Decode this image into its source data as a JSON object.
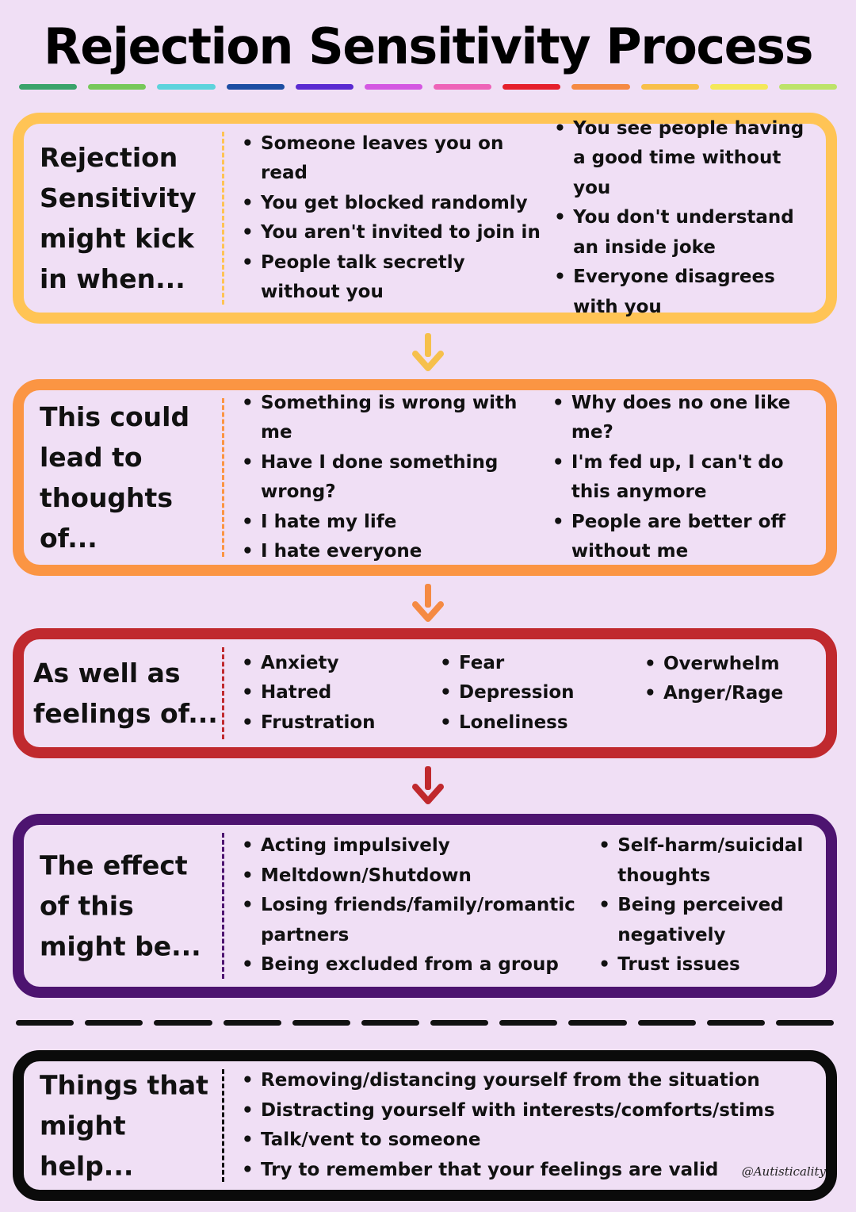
{
  "title": "Rejection Sensitivity Process",
  "dash_colors": [
    "#3aa36b",
    "#77c85a",
    "#5dd3dc",
    "#1d4ea3",
    "#5a2ad1",
    "#d457e2",
    "#ee63b8",
    "#e5202c",
    "#f58a43",
    "#f8c04a",
    "#f4e85a",
    "#bde36a"
  ],
  "sections": [
    {
      "label": "Rejection Sensitivity might kick in when...",
      "color": "#ffc455",
      "col1": [
        "Someone leaves you on read",
        "You get blocked randomly",
        "You aren't invited to join in",
        "People talk secretly without you"
      ],
      "col2": [
        "You see people having a good time without you",
        "You don't understand an inside joke",
        "Everyone disagrees with you"
      ]
    },
    {
      "label": "This could lead to thoughts of...",
      "color": "#fb9543",
      "col1": [
        "Something is wrong with me",
        "Have I done something wrong?",
        "I hate my life",
        "I hate everyone"
      ],
      "col2": [
        "Why does no one like me?",
        "I'm fed up, I can't do this anymore",
        "People are better off without me"
      ]
    },
    {
      "label": "As well as feelings of...",
      "color": "#c0292e",
      "col1": [
        "Anxiety",
        "Hatred",
        "Frustration"
      ],
      "col2": [
        "Fear",
        "Depression",
        "Loneliness"
      ],
      "col3": [
        "Overwhelm",
        "Anger/Rage"
      ]
    },
    {
      "label": "The effect of this might be...",
      "color": "#4d1470",
      "col1": [
        "Acting impulsively",
        "Meltdown/Shutdown",
        "Losing friends/family/romantic partners",
        "Being excluded from a group"
      ],
      "col2": [
        "Self-harm/suicidal thoughts",
        "Being perceived negatively",
        "Trust issues"
      ]
    },
    {
      "label": "Things that might help...",
      "color": "#0b0b0b",
      "col1": [
        "Removing/distancing yourself from the situation",
        "Distracting yourself with interests/comforts/stims",
        "Talk/vent to someone",
        "Try to remember that your feelings are valid"
      ]
    }
  ],
  "arrow_colors": [
    "#f6c04c",
    "#f58a43",
    "#c0292e"
  ],
  "credit": "@Autisticality"
}
